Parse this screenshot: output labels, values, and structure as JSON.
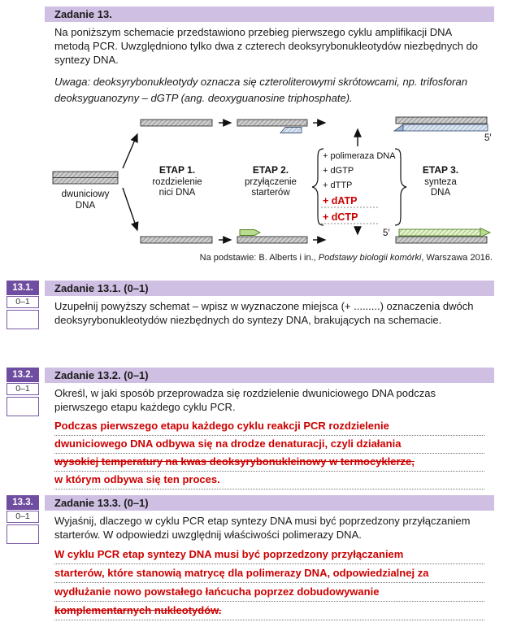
{
  "page": {
    "accent_purple_dark": "#6f4da0",
    "accent_purple_light": "#cfc0e3",
    "answer_red_color": "#cc0000",
    "score_label": "0–1"
  },
  "task13": {
    "title": "Zadanie 13.",
    "body": "Na poniższym schemacie przedstawiono przebieg pierwszego cyklu amplifikacji DNA metodą PCR. Uwzględniono tylko dwa z czterech deoksyrybonukleotydów niezbędnych do syntezy DNA.",
    "note": "Uwaga: deoksyrybonukleotydy oznacza się czteroliterowymi skrótowcami, np. trifosforan deoksyguanozyny – dGTP (ang. deoxyguanosine triphosphate)."
  },
  "diagram": {
    "dna_label_line1": "dwuniciowy",
    "dna_label_line2": "DNA",
    "stage1_title": "ETAP 1.",
    "stage1_sub1": "rozdzielenie",
    "stage1_sub2": "nici DNA",
    "stage2_title": "ETAP 2.",
    "stage2_sub1": "przyłączenie",
    "stage2_sub2": "starterów",
    "stage3_title": "ETAP 3.",
    "stage3_sub1": "synteza",
    "stage3_sub2": "DNA",
    "reagent1": "+ polimeraza DNA",
    "reagent2": "+ dGTP",
    "reagent3": "+ dTTP",
    "reagent4_handwritten": "+ dATP",
    "reagent5_handwritten": "+ dCTP",
    "five_prime_top": "5′",
    "five_prime_bottom": "5′",
    "attribution_prefix": "Na podstawie: B. Alberts i in., ",
    "attribution_title": "Podstawy biologii komórki",
    "attribution_suffix": ", Warszawa 2016."
  },
  "subtasks": [
    {
      "side_number": "13.1.",
      "score": "0–1",
      "header": "Zadanie 13.1. (0–1)",
      "body": "Uzupełnij powyższy schemat – wpisz w wyznaczone miejsca (+ .........) oznaczenia dwóch deoksyrybonukleotydów niezbędnych do syntezy DNA, brakujących na schemacie."
    },
    {
      "side_number": "13.2.",
      "score": "0–1",
      "header": "Zadanie 13.2. (0–1)",
      "body": "Określ, w jaki sposób przeprowadza się rozdzielenie dwuniciowego DNA podczas pierwszego etapu każdego cyklu PCR.",
      "answer_lines": [
        "Podczas pierwszego etapu każdego cyklu reakcji PCR rozdzielenie",
        "dwuniciowego DNA odbywa się na drodze denaturacji, czyli działania",
        "wysokiej temperatury na kwas deoksyrybonukleinowy w termocyklerze,",
        "w którym odbywa się ten proces."
      ],
      "struck_line_index": 2
    },
    {
      "side_number": "13.3.",
      "score": "0–1",
      "header": "Zadanie 13.3. (0–1)",
      "body": "Wyjaśnij, dlaczego w cyklu PCR etap syntezy DNA musi być poprzedzony przyłączaniem starterów. W odpowiedzi uwzględnij właściwości polimerazy DNA.",
      "answer_lines": [
        "W cyklu PCR etap syntezy DNA musi być poprzedzony przyłączaniem",
        "starterów, które stanowią matrycę dla polimerazy DNA, odpowiedzialnej za",
        "wydłużanie nowo powstałego łańcucha poprzez dobudowywanie",
        "komplementarnych nukleotydów."
      ],
      "struck_line_index": 3
    }
  ]
}
